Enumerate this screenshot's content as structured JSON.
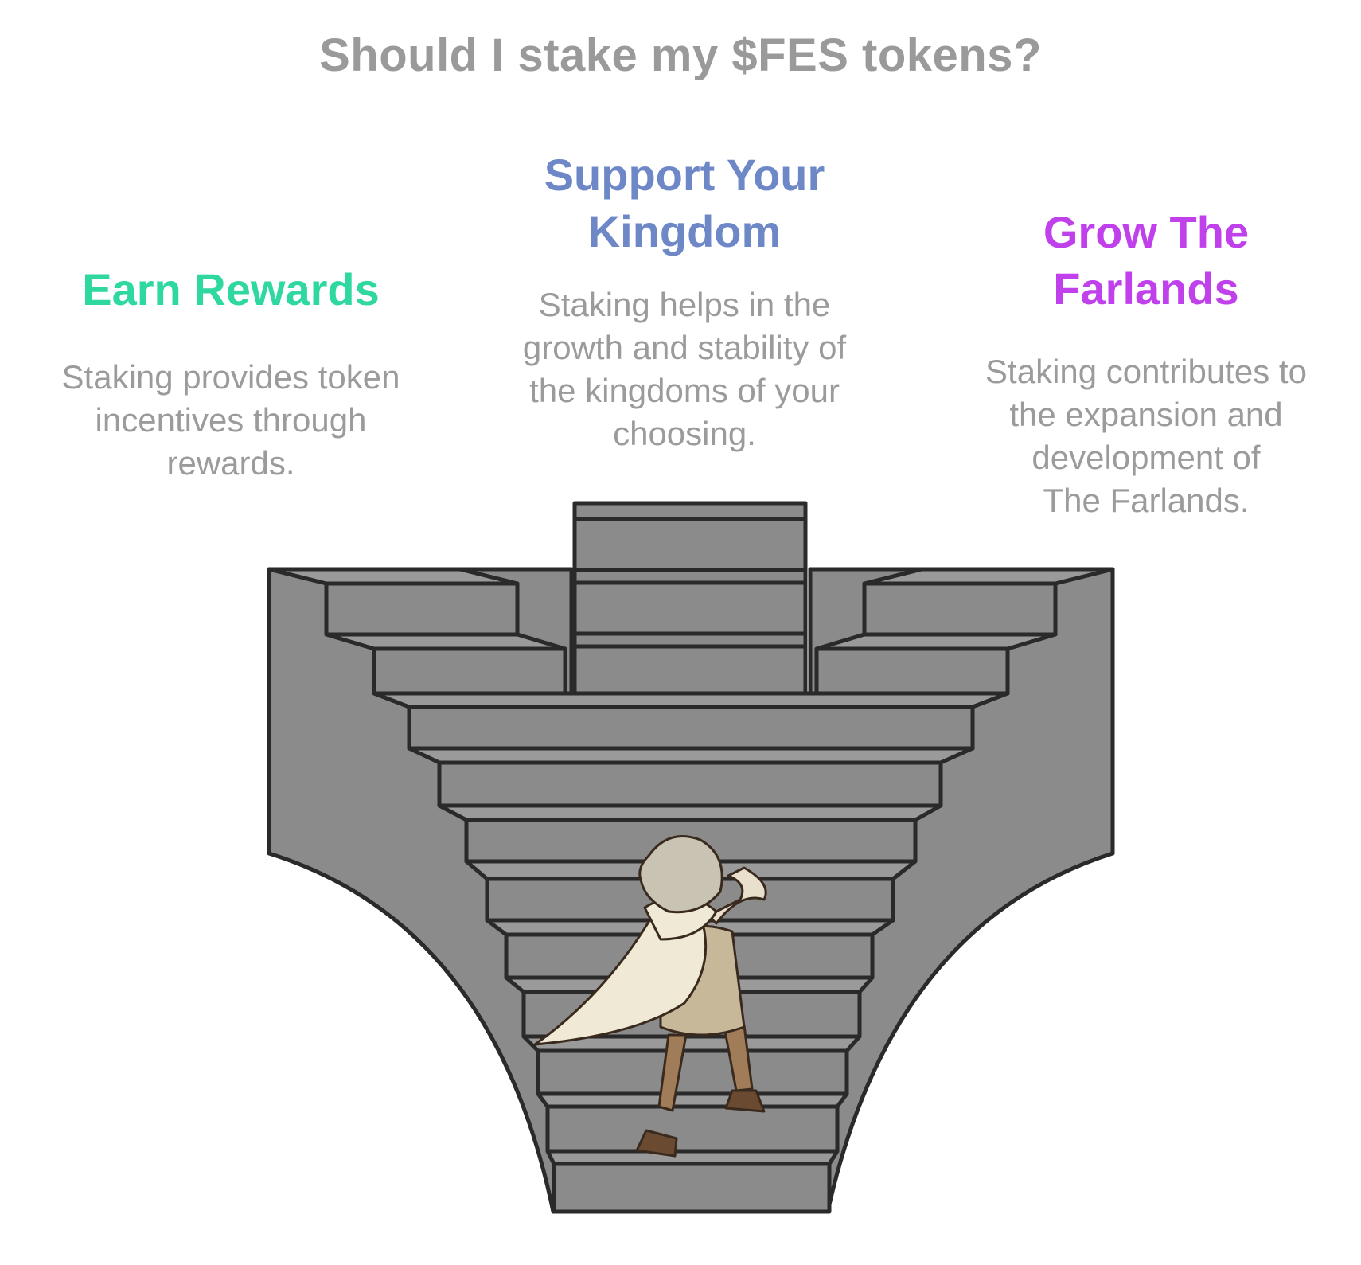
{
  "title": "Should I stake my $FES tokens?",
  "options": [
    {
      "heading": "Earn Rewards",
      "text": "Staking provides token\nincentives through\nrewards.",
      "color": "#2ed8a0"
    },
    {
      "heading": "Support Your\nKingdom",
      "text": "Staking helps in the\ngrowth and stability of\nthe kingdoms of your\nchoosing.",
      "color": "#6e87c7"
    },
    {
      "heading": "Grow The\nFarlands",
      "text": "Staking contributes to\nthe expansion and\ndevelopment of\nThe Farlands.",
      "color": "#c040ec"
    }
  ],
  "colors": {
    "stone": "#8b8b8b",
    "stone_top": "#9a9a9a",
    "outline": "#2a2a2a",
    "text_gray": "#9b9b9b"
  },
  "illustration": {
    "subject": "adventurer-climbing-stairs",
    "icon": "cloaked-character-icon"
  }
}
